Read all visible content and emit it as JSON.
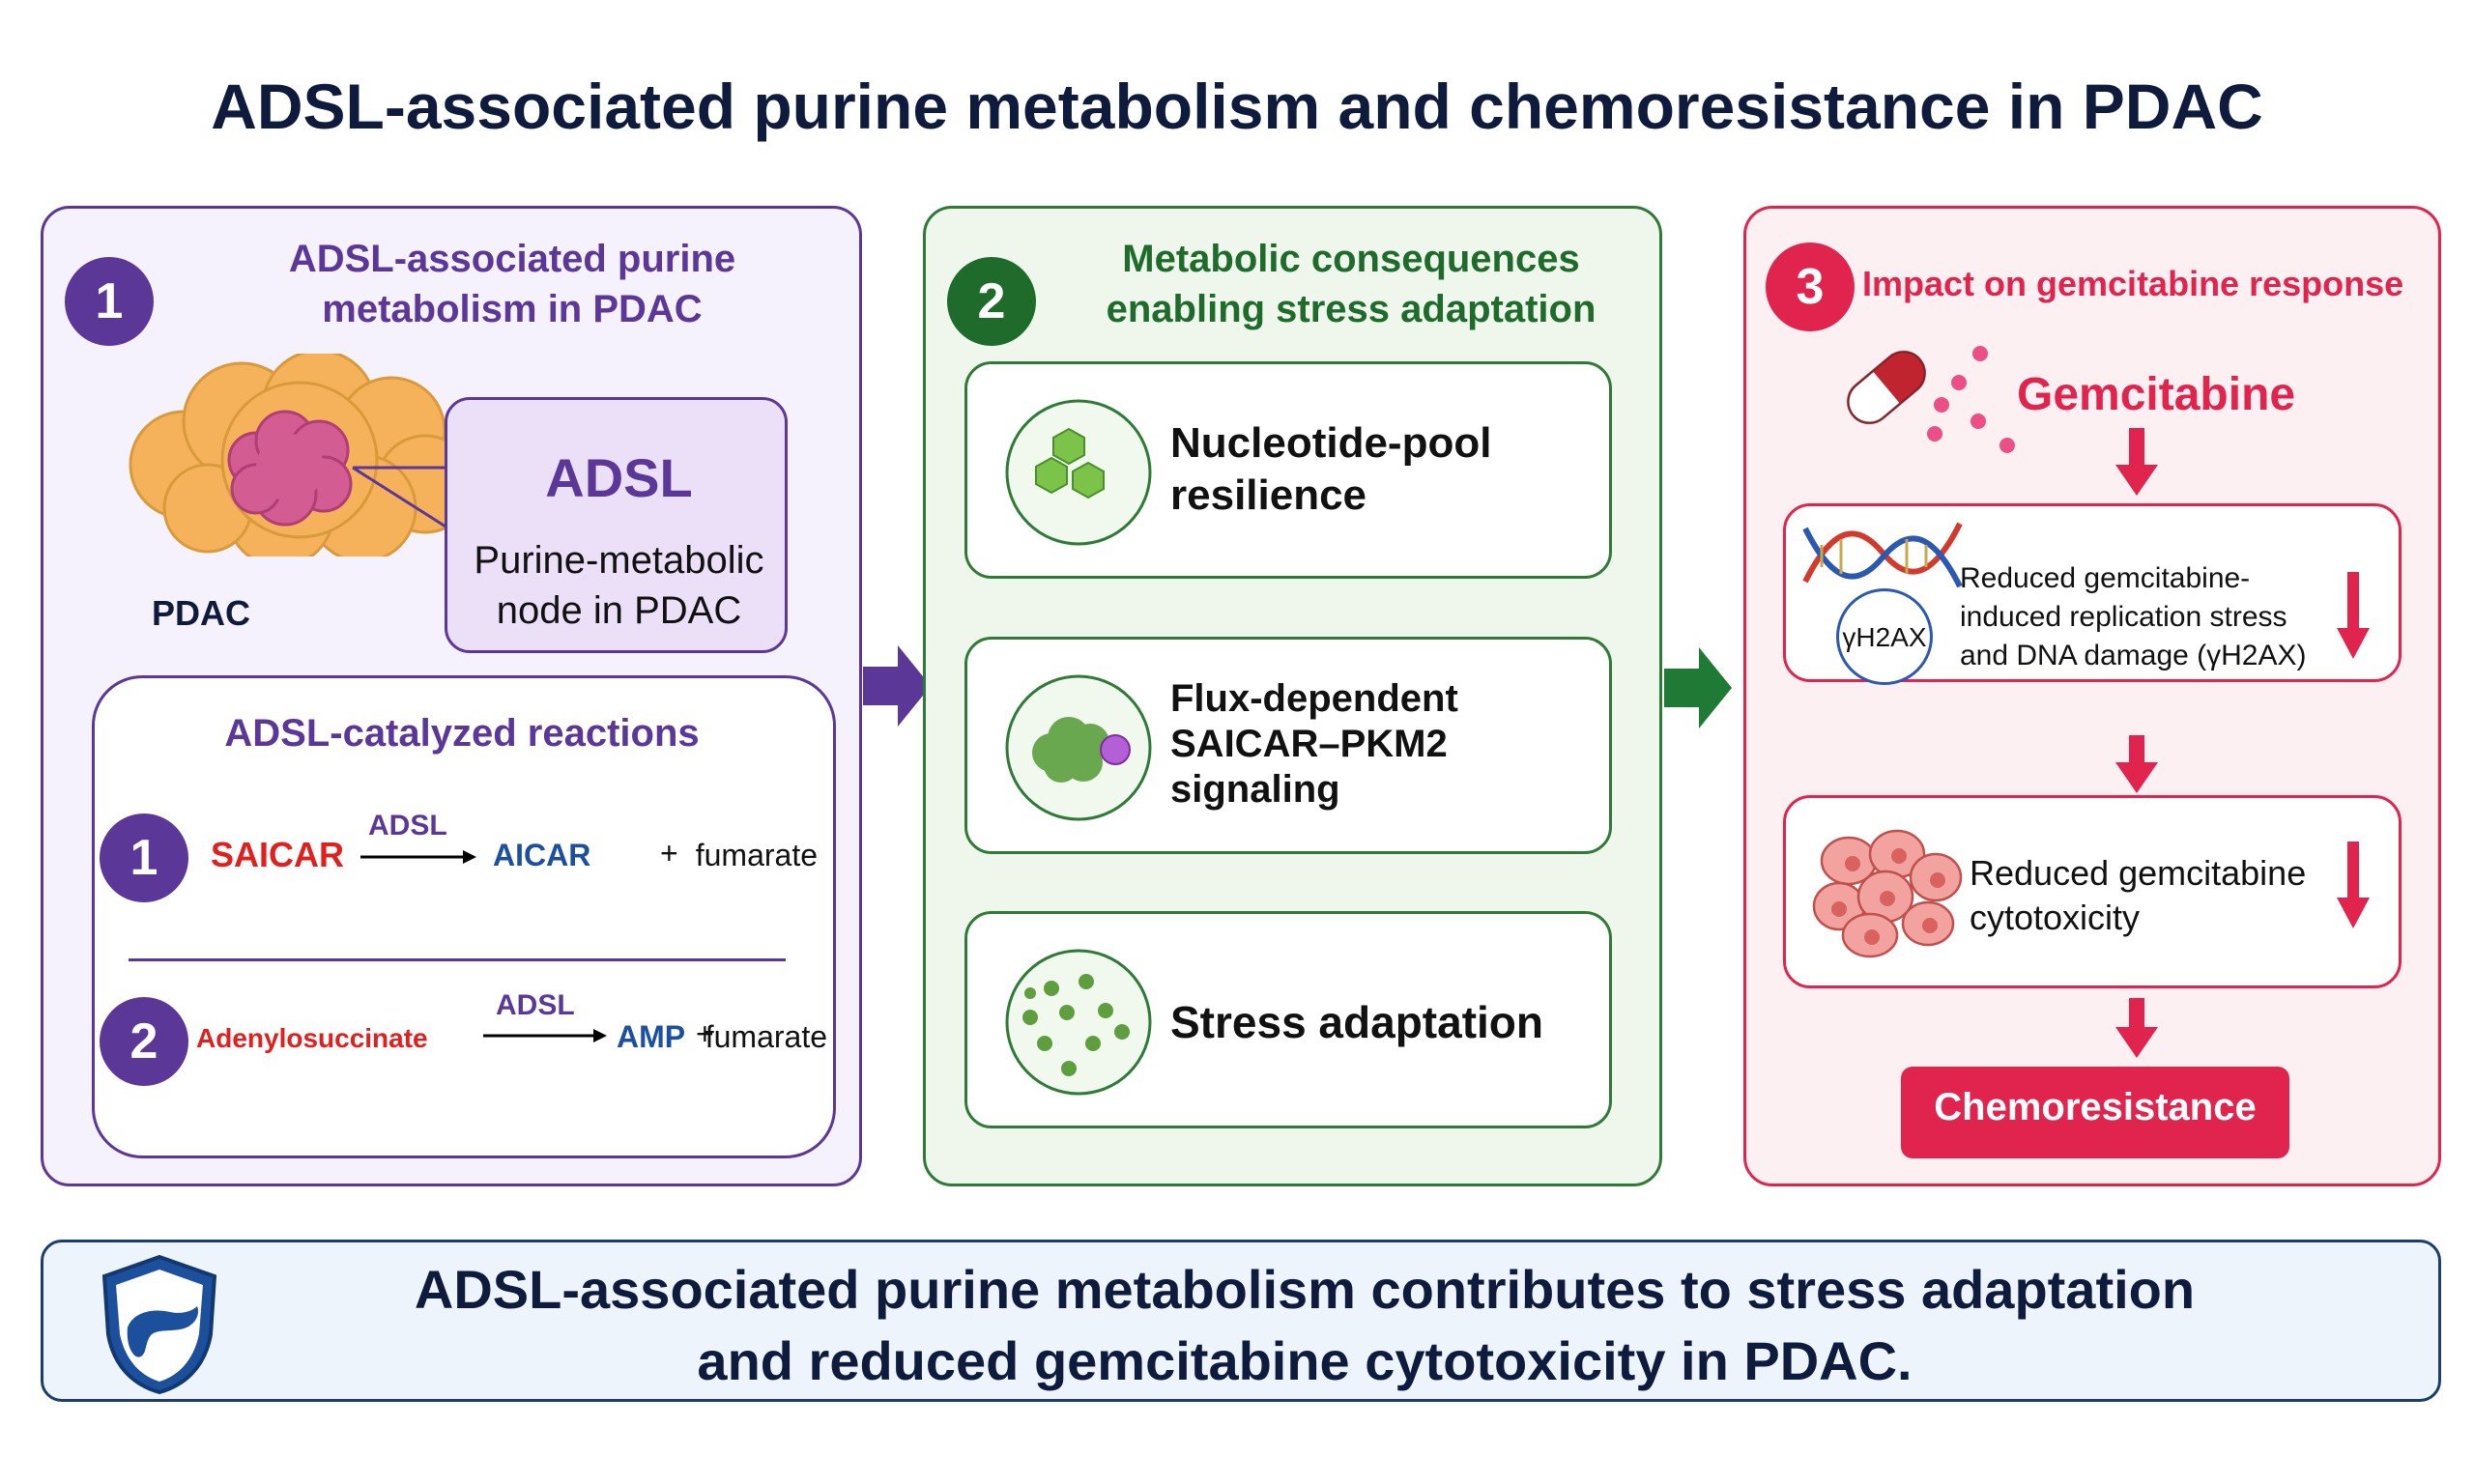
{
  "title": "ADSL-associated purine metabolism and chemoresistance in PDAC",
  "panel1": {
    "number": "1",
    "heading_line1": "ADSL-associated purine",
    "heading_line2": "metabolism in PDAC",
    "tissue_label": "PDAC",
    "adsl_title": "ADSL",
    "adsl_desc_line1": "Purine-metabolic",
    "adsl_desc_line2": "node in PDAC",
    "reactions_title": "ADSL-catalyzed reactions",
    "reaction1": {
      "number": "1",
      "substrate": "SAICAR",
      "enzyme": "ADSL",
      "product": "AICAR",
      "plus": "+",
      "byproduct": "fumarate"
    },
    "reaction2": {
      "number": "2",
      "substrate": "Adenylosuccinate",
      "enzyme": "ADSL",
      "product": "AMP",
      "plus": "+",
      "byproduct": "fumarate"
    }
  },
  "panel2": {
    "number": "2",
    "heading_line1": "Metabolic consequences",
    "heading_line2": "enabling stress adaptation",
    "items": [
      {
        "line1": "Nucleotide-pool",
        "line2": "resilience",
        "line3": ""
      },
      {
        "line1": "Flux-dependent",
        "line2": "SAICAR–PKM2",
        "line3": "signaling"
      },
      {
        "line1": "Stress adaptation",
        "line2": "",
        "line3": ""
      }
    ]
  },
  "panel3": {
    "number": "3",
    "heading": "Impact on gemcitabine response",
    "drug": "Gemcitabine",
    "gh2ax_badge": "γH2AX",
    "step1_line1": "Reduced gemcitabine-",
    "step1_line2": "induced replication stress",
    "step1_line3": "and DNA damage (γH2AX)",
    "step2_line1": "Reduced gemcitabine",
    "step2_line2": "cytotoxicity",
    "outcome": "Chemoresistance"
  },
  "banner": {
    "line1": "ADSL-associated purine metabolism contributes to stress adaptation",
    "line2": "and reduced gemcitabine cytotoxicity in PDAC."
  },
  "colors": {
    "purple": "#5b3798",
    "green": "#2e7a36",
    "crimson": "#e0244e",
    "navy": "#0f1b3d",
    "red_text": "#e0201e",
    "blue_text": "#1d4fa1"
  }
}
